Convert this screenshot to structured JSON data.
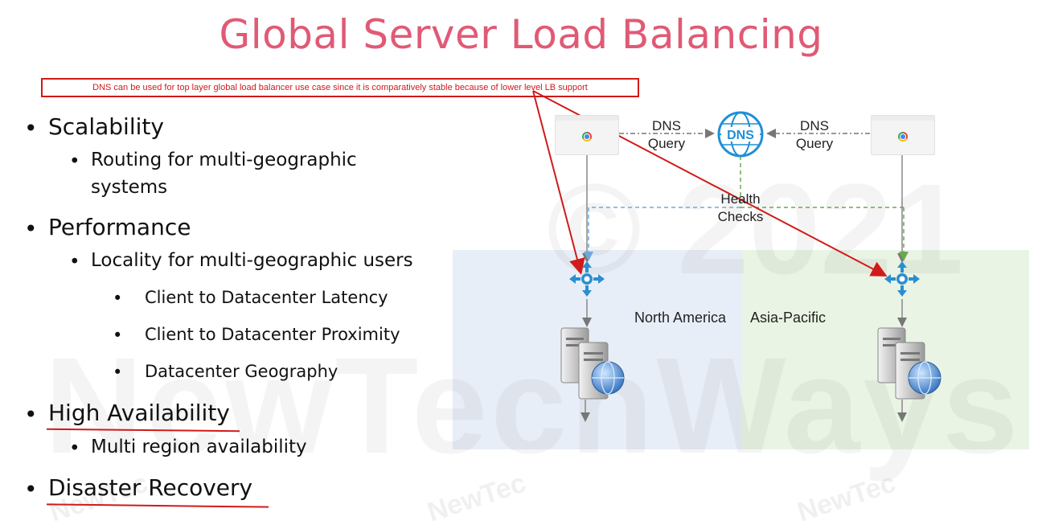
{
  "slide": {
    "title": "Global Server Load Balancing",
    "callout": "DNS can be used for top layer global load balancer use case since it is comparatively stable because of lower level LB support"
  },
  "bullets": {
    "b1": "Scalability",
    "b1_sub1": "Routing for multi-geographic",
    "b1_sub1_cont": "systems",
    "b2": "Performance",
    "b2_sub1": "Locality for multi-geographic users",
    "b2_sub1_items": [
      "Client to Datacenter Latency",
      "Client to Datacenter Proximity",
      "Datacenter Geography"
    ],
    "b3": "High Availability",
    "b3_sub1": "Multi region availability",
    "b4": "Disaster Recovery",
    "bullet_char": "•"
  },
  "diagram": {
    "dns_icon_label": "DNS",
    "left_query_line1": "DNS",
    "left_query_line2": "Query",
    "right_query_line1": "DNS",
    "right_query_line2": "Query",
    "health_line1": "Health",
    "health_line2": "Checks",
    "region_left": "North America",
    "region_right": "Asia-Pacific",
    "colors": {
      "region_left": "#e8eef7",
      "region_right": "#eaf4e4",
      "dns_blue": "#1f8fd6",
      "health_left": "#6fa8dc",
      "health_right": "#6aa84f",
      "annotation_red": "#d11a1a"
    }
  },
  "watermark": {
    "main_line1": "© 2021",
    "main_line2": "NewTechWays",
    "small_marks": [
      "NewTec",
      "NewTec",
      "NewTec"
    ]
  }
}
